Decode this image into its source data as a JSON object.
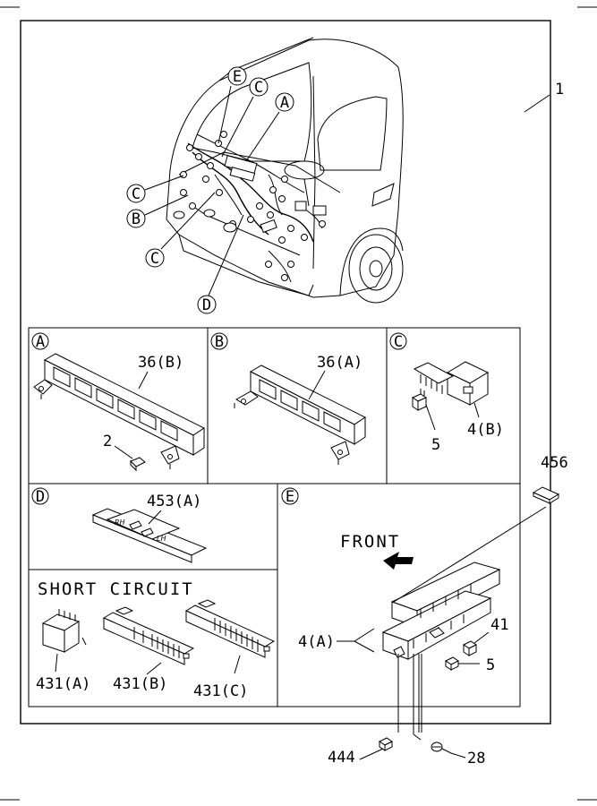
{
  "main_label": "1",
  "callouts": {
    "A": "A",
    "B": "B",
    "C": "C",
    "D": "D",
    "E": "E"
  },
  "panel_a": {
    "part_label": "36(B)",
    "sub_label": "2"
  },
  "panel_b": {
    "part_label": "36(A)"
  },
  "panel_c": {
    "part_label": "4(B)",
    "sub_label": "5"
  },
  "panel_d": {
    "part_label": "453(A)",
    "rh_text": "RH",
    "lh_text": "LH"
  },
  "short_circuit": {
    "title": "SHORT CIRCUIT",
    "items": [
      "431(A)",
      "431(B)",
      "431(C)"
    ]
  },
  "panel_e": {
    "front_label": "FRONT",
    "part_4a": "4(A)",
    "part_41": "41",
    "part_5": "5"
  },
  "external_parts": {
    "p456": "456",
    "p444": "444",
    "p28": "28"
  }
}
